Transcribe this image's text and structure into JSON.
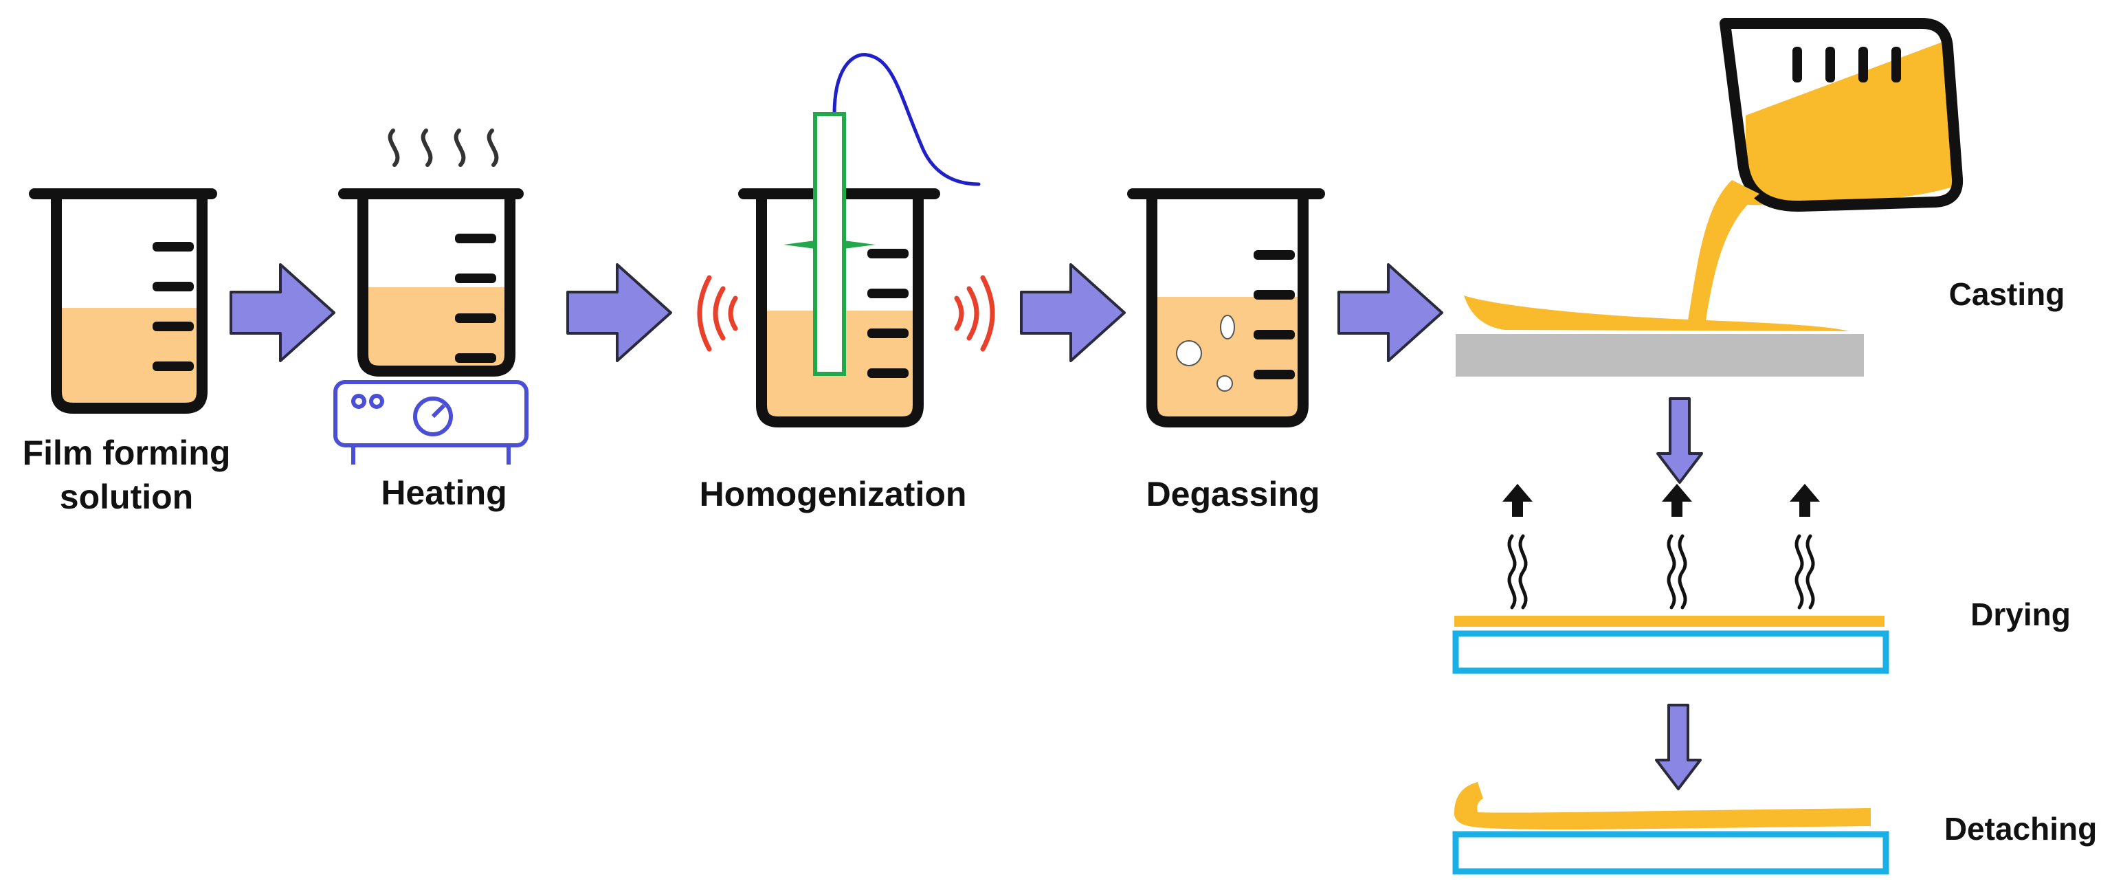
{
  "steps": {
    "film_forming": {
      "line1": "Film forming",
      "line2": "solution"
    },
    "heating": {
      "label": "Heating"
    },
    "homogenization": {
      "label": "Homogenization"
    },
    "degassing": {
      "label": "Degassing"
    },
    "casting": {
      "label": "Casting"
    },
    "drying": {
      "label": "Drying"
    },
    "detaching": {
      "label": "Detaching"
    }
  },
  "colors": {
    "solution": "#FCCB87",
    "film": "#F9BA2C",
    "arrow": "#8A86E3",
    "arrow_outline": "#2A2A3A",
    "beaker_outline": "#111111",
    "hotplate": "#4B4FD6",
    "probe": "#22A84A",
    "cable": "#2020C8",
    "sound_waves": "#E8402A",
    "glass_plate": "#1AB0E6",
    "casting_plate": "#BEBEBE"
  }
}
